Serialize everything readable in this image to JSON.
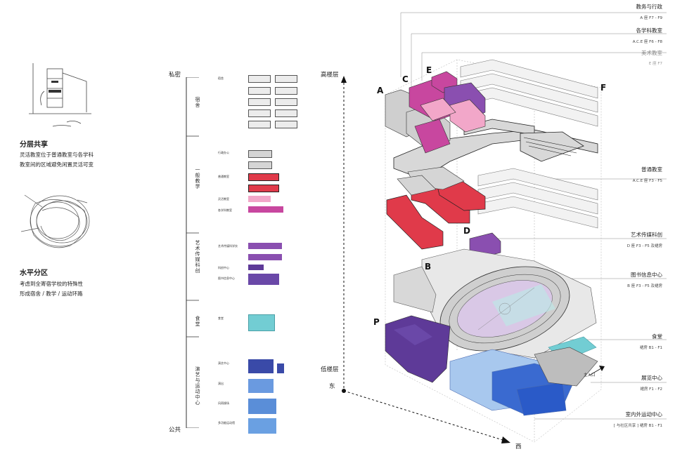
{
  "left": {
    "section1": {
      "title": "分层共享",
      "desc": "灵活教室位于普通教室与各学科\n教室间的区域避免闲置灵活可变",
      "sketch_text": ""
    },
    "section2": {
      "title": "水平分区",
      "desc": "考虑到全寄宿学校的特殊性\n形成宿舍 / 教学 / 运动环路",
      "sketch_text": ""
    }
  },
  "middle": {
    "axis_top": "私密",
    "axis_bottom": "公共",
    "groups": [
      {
        "label": "宿舍"
      },
      {
        "label": "一般教学"
      },
      {
        "label": "艺术传媒科创"
      },
      {
        "label": "食堂"
      },
      {
        "label": "演艺与运动中心"
      }
    ],
    "swatches": [
      {
        "label": "宿舍",
        "color": "#e8e8e8"
      },
      {
        "label": "行政办公",
        "color": "#d5d5d5"
      },
      {
        "label": "",
        "color": "#d5d5d5"
      },
      {
        "label": "普通教室",
        "color": "#e03a4a"
      },
      {
        "label": "",
        "color": "#e03a4a"
      },
      {
        "label": "灵活教室",
        "color": "#f2a7c9"
      },
      {
        "label": "各学科教室",
        "color": "#c8479f"
      },
      {
        "label": "艺术传媒科学技",
        "color": "#8a4fb0"
      },
      {
        "label": "",
        "color": "#8a4fb0"
      },
      {
        "label": "科创中心",
        "color": "#5e3a98"
      },
      {
        "label": "图书信息中心",
        "color": "#6a48a8"
      },
      {
        "label": "食堂",
        "color": "#72cdd3"
      },
      {
        "label": "演艺中心",
        "color": "#3a4aa8"
      },
      {
        "label": "",
        "color": "#3a4aa8"
      },
      {
        "label": "演出",
        "color": "#6a9ae0"
      },
      {
        "label": "风雨操场",
        "color": "#5a8ed8"
      },
      {
        "label": "多功能运动馆",
        "color": "#6aa0e2"
      }
    ]
  },
  "diagram": {
    "axis_high": "高楼层",
    "axis_low": "低楼层",
    "dir_east": "东",
    "dir_west": "西",
    "entry": "主入口",
    "blocks": [
      "A",
      "C",
      "E",
      "F",
      "D",
      "B",
      "P"
    ],
    "categories": [
      {
        "title": "教务与行政",
        "sub": "A 座 F7 - F9"
      },
      {
        "title": "各学科教室",
        "sub": "A.C.E 座 F6 - F8"
      },
      {
        "title": "美术教室",
        "sub": "E 座 F7"
      },
      {
        "title": "普通教室",
        "sub": "A.C.E 座 F3 - F5"
      },
      {
        "title": "艺术传媒科创",
        "sub": "D 座 F3 - F5 及裙房"
      },
      {
        "title": "图书信息中心",
        "sub": "B 座 F3 - F5 及裙房"
      },
      {
        "title": "食堂",
        "sub": "裙房 B1 - F1"
      },
      {
        "title": "展览中心",
        "sub": "裙房 F1 - F2"
      },
      {
        "title": "室内外运动中心",
        "sub": "[ 与社区共享 ] 裙房 B1 - F1"
      }
    ]
  }
}
